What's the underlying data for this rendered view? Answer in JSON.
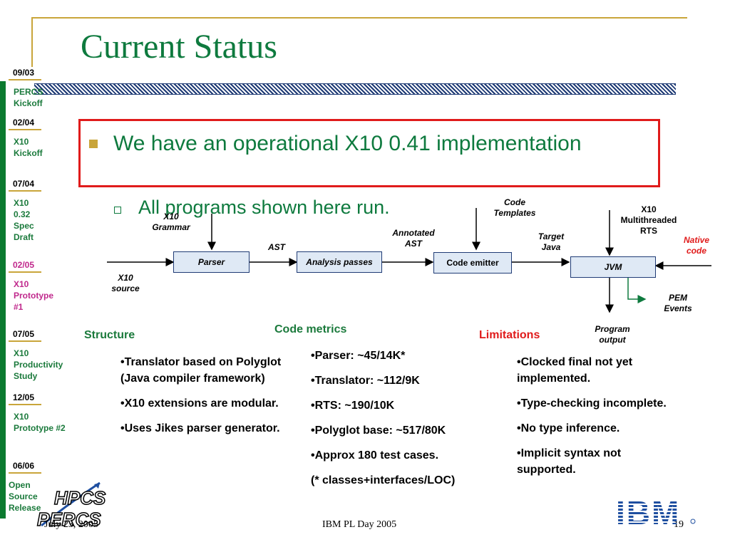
{
  "slide": {
    "title": "Current Status",
    "main_bullet": "We have an operational X10 0.41 implementation",
    "sub_bullet": "All programs shown here run."
  },
  "timeline": [
    {
      "date": "09/03",
      "label": [
        "PERCS",
        "Kickoff"
      ],
      "highlight": false
    },
    {
      "date": "02/04",
      "label": [
        "X10",
        "Kickoff"
      ],
      "highlight": false
    },
    {
      "date": "07/04",
      "label": [
        "X10",
        "0.32",
        "Spec",
        "Draft"
      ],
      "highlight": false
    },
    {
      "date": "02/05",
      "label": [
        "X10",
        "Prototype",
        "#1"
      ],
      "highlight": true
    },
    {
      "date": "07/05",
      "label": [
        "X10",
        "Productivity",
        "Study"
      ],
      "highlight": false
    },
    {
      "date": "12/05",
      "label": [
        "X10",
        "Prototype #2"
      ],
      "highlight": false
    },
    {
      "date": "06/06",
      "label": [
        "Open",
        "Source",
        "Release"
      ],
      "highlight": false
    }
  ],
  "diagram": {
    "boxes": {
      "parser": "Parser",
      "analysis": "Analysis passes",
      "emitter": "Code emitter",
      "jvm": "JVM"
    },
    "labels": {
      "grammar": [
        "X10",
        "Grammar"
      ],
      "source": [
        "X10",
        "source"
      ],
      "ast": "AST",
      "annotated_ast": [
        "Annotated",
        "AST"
      ],
      "code_templates": [
        "Code",
        "Templates"
      ],
      "target_java": [
        "Target",
        "Java"
      ],
      "rts": [
        "X10",
        "Multithreaded",
        "RTS"
      ],
      "native_code": [
        "Native",
        "code"
      ],
      "pem_events": [
        "PEM",
        "Events"
      ],
      "program_output": [
        "Program",
        "output"
      ]
    }
  },
  "structure": {
    "heading": "Structure",
    "items": [
      "•Translator based on Polyglot (Java compiler framework)",
      "•X10 extensions are modular.",
      "•Uses Jikes parser generator."
    ]
  },
  "code_metrics": {
    "heading": "Code metrics",
    "items": [
      "•Parser: ~45/14K*",
      "•Translator: ~112/9K",
      "•RTS:  ~190/10K",
      "•Polyglot base: ~517/80K",
      "•Approx 180 test cases.",
      "(* classes+interfaces/LOC)"
    ]
  },
  "limitations": {
    "heading": "Limitations",
    "items": [
      "•Clocked final not yet implemented.",
      "•Type-checking incomplete.",
      "•No type inference.",
      "•Implicit syntax not supported."
    ]
  },
  "footer": {
    "date": "July 23, 2005",
    "center": "IBM PL Day 2005",
    "page": "19"
  },
  "logos": {
    "hpcs_percs": [
      "HPCS",
      "PERCS"
    ],
    "ibm": "IBM"
  },
  "colors": {
    "title_green": "#0e7a3e",
    "accent_gold": "#c9a53a",
    "highlight_pink": "#c0288c",
    "limit_red": "#e01b1b",
    "ibm_blue": "#1f4fa0"
  }
}
